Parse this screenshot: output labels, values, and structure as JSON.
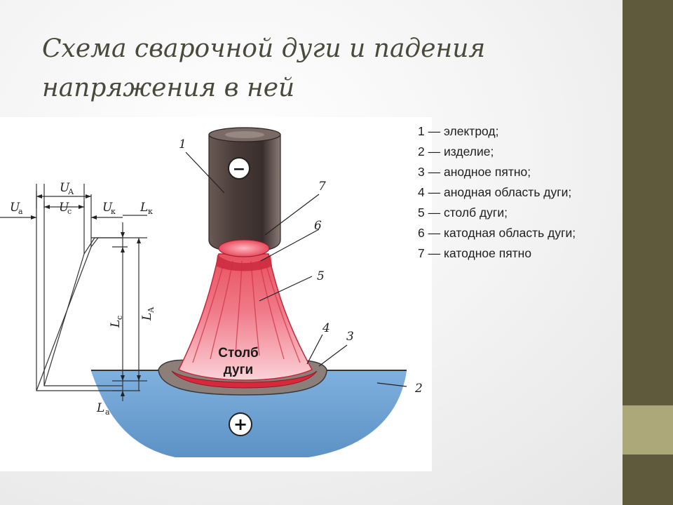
{
  "slide": {
    "title_line1": "Схема сварочной дуги и падения",
    "title_line2": "напряжения в ней",
    "accent_colors": {
      "dark": "#5f5a3b",
      "light": "#aca87a"
    }
  },
  "legend": [
    {
      "text": "1 — электрод;"
    },
    {
      "text": "2 — изделие;"
    },
    {
      "text": "3 — анодное пятно;"
    },
    {
      "text": "4 — анодная область дуги;"
    },
    {
      "text": "5 — столб дуги;"
    },
    {
      "text": "6 — катодная область дуги;"
    },
    {
      "text": "7 — катодное пятно"
    }
  ],
  "diagram": {
    "electrode_sign": "−",
    "workpiece_sign": "+",
    "column_text_line1": "Столб",
    "column_text_line2": "дуги",
    "callouts": {
      "n1": "1",
      "n2": "2",
      "n3": "3",
      "n4": "4",
      "n5": "5",
      "n6": "6",
      "n7": "7"
    },
    "dimensions": {
      "UA": {
        "main": "U",
        "sub": "А"
      },
      "Ua": {
        "main": "U",
        "sub": "а"
      },
      "Uc": {
        "main": "U",
        "sub": "с"
      },
      "Uk": {
        "main": "U",
        "sub": "к"
      },
      "Lk": {
        "main": "L",
        "sub": "к"
      },
      "Lc": {
        "main": "L",
        "sub": "с"
      },
      "LA": {
        "main": "L",
        "sub": "А"
      },
      "La": {
        "main": "L",
        "sub": "а"
      }
    }
  }
}
